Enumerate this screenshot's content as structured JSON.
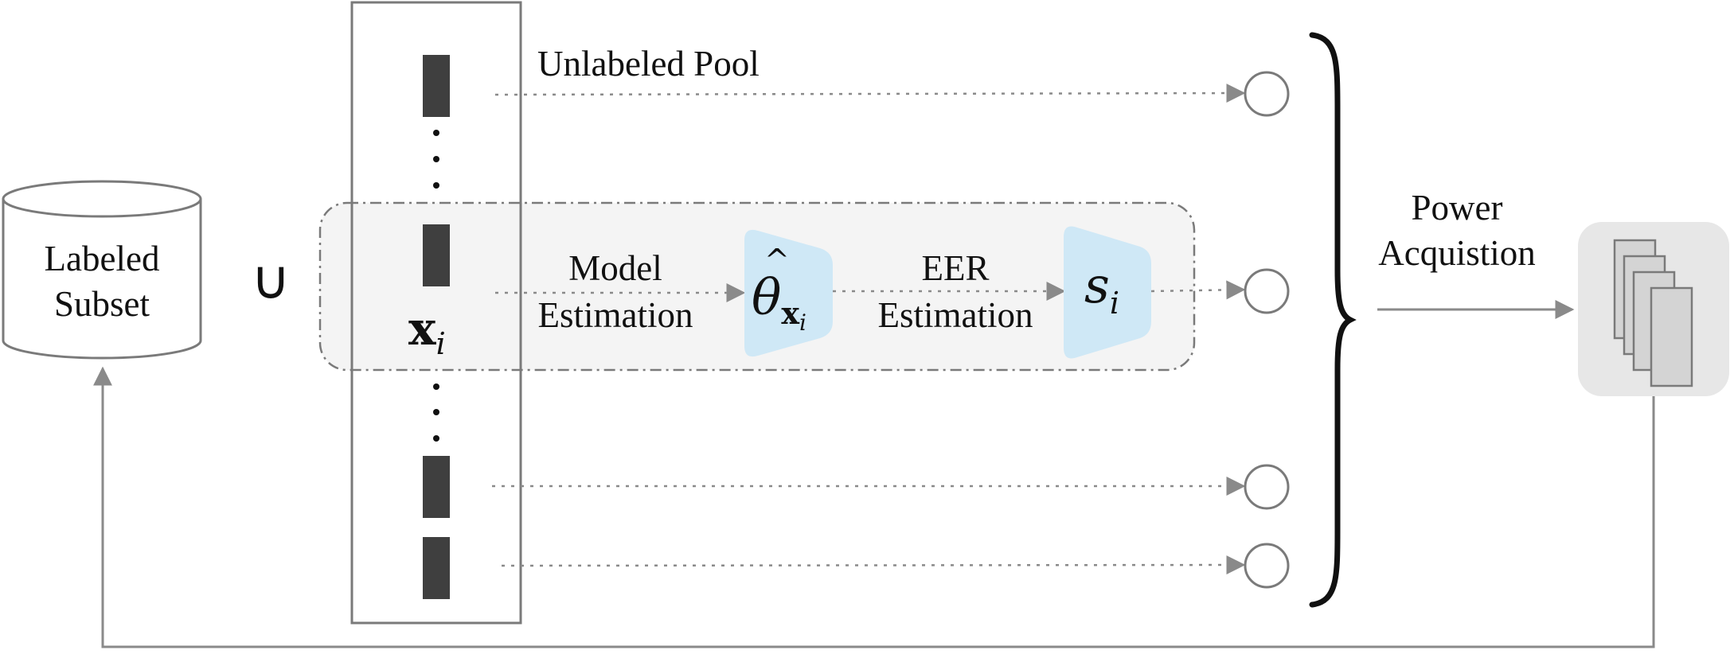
{
  "labels": {
    "labeled_line1": "Labeled",
    "labeled_line2": "Subset",
    "union": "∪",
    "unlabeled_pool": "Unlabeled Pool",
    "model_line1": "Model",
    "model_line2": "Estimation",
    "eer_line1": "EER",
    "eer_line2": "Estimation",
    "power_line1": "Power",
    "power_line2": "Acquistion"
  },
  "math": {
    "x_base": "x",
    "x_sub": "i",
    "theta": "θ",
    "theta_hat": "^",
    "theta_sub_x": "x",
    "theta_sub_i": "i",
    "s_base": "s",
    "s_sub": "i"
  },
  "colors": {
    "stroke": "#7a7a7a",
    "dark_bar": "#3f3f3f",
    "blue_block": "#cfe8f6",
    "panel_fill": "#f4f4f4",
    "ripple_panel": "#e7e7e7",
    "page_fill": "#d4d4d4",
    "brace": "#111111"
  }
}
